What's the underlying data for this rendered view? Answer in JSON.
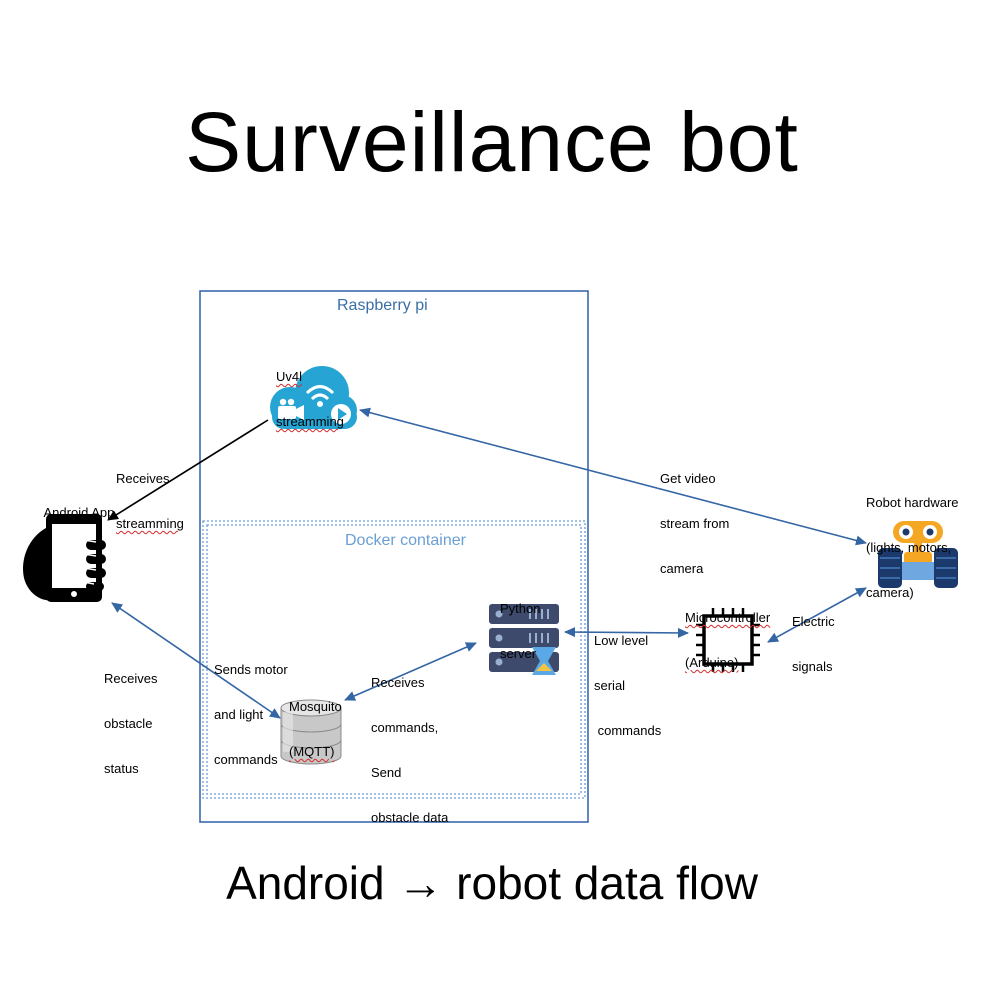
{
  "title": "Surveillance bot",
  "footer": "Android → robot data flow",
  "boxes": {
    "raspberry": "Raspberry pi",
    "docker": "Docker container"
  },
  "nodes": {
    "uv4l": [
      "Uv4l",
      "streamming"
    ],
    "android": "Android App",
    "python": [
      "Python",
      "server"
    ],
    "mosquito": [
      "Mosquito",
      "(MQTT)"
    ],
    "microcontroller": [
      "Microcontroller",
      "(Arduino)"
    ],
    "robot": [
      "Robot hardware",
      "(lights, motors,",
      "camera)"
    ]
  },
  "edges": {
    "receives_streamming": [
      "Receives",
      "streamming"
    ],
    "receives_obstacle": [
      "Receives",
      "obstacle",
      "status"
    ],
    "sends_motor": [
      "Sends motor",
      "and light",
      "commands"
    ],
    "receives_commands": [
      "Receives",
      "commands,",
      "Send",
      "obstacle data"
    ],
    "get_video": [
      "Get video",
      "stream from",
      "camera"
    ],
    "low_level": [
      "Low level",
      "serial",
      " commands"
    ],
    "electric": [
      "Electric",
      "signals"
    ]
  },
  "colors": {
    "box_border": "#2f5fa8",
    "arrow_blue": "#3465a4",
    "arrow_black": "#000000",
    "icon_teal": "#26a4d3",
    "server_dark": "#3d4a6b",
    "robot_navy": "#1b3a6b",
    "robot_orange": "#f5a623"
  },
  "icons": [
    "cloud-video-icon",
    "smartphone-icon",
    "server-icon",
    "database-icon",
    "chip-icon",
    "robot-icon"
  ]
}
